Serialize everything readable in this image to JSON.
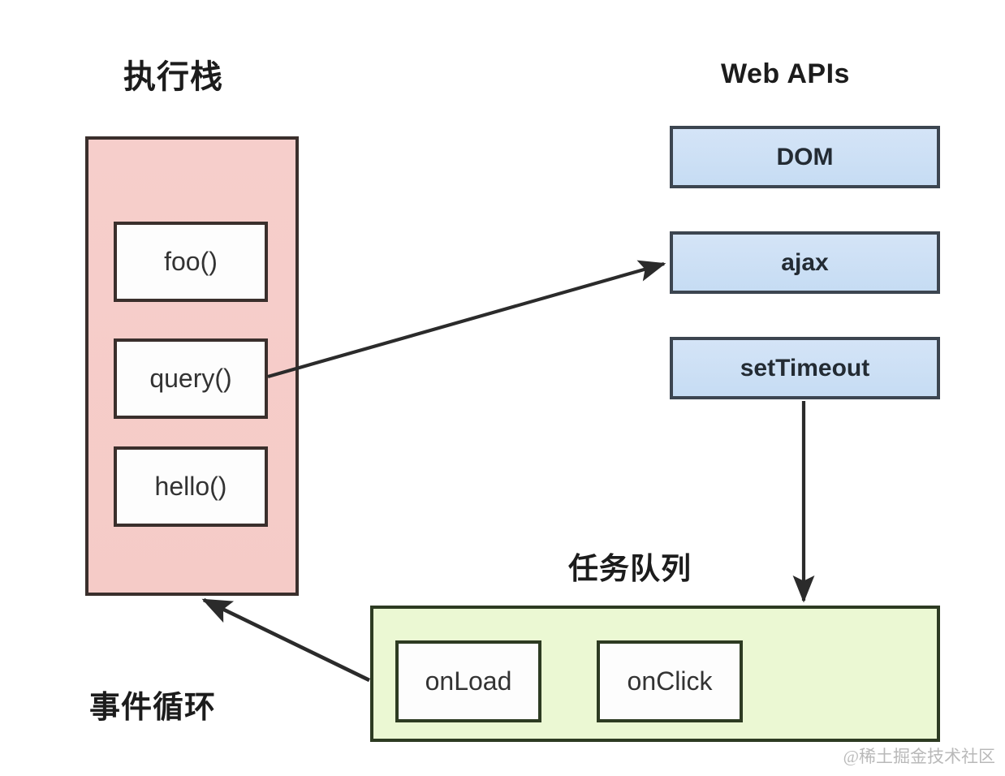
{
  "diagram": {
    "title_exec_stack": "执行栈",
    "title_web_apis": "Web APIs",
    "title_task_queue": "任务队列",
    "title_event_loop": "事件循环",
    "watermark": "@稀土掘金技术社区",
    "colors": {
      "stack_fill": "#F6CECB",
      "stack_border": "#3A2F2C",
      "api_fill": "#CEE0F5",
      "api_border": "#3C4550",
      "queue_fill": "#EBF8D3",
      "queue_border": "#2D3B22",
      "frame_fill": "#FDFDFD",
      "arrow": "#2B2B2B",
      "text": "#333333",
      "background": "#FFFFFF"
    },
    "exec_stack": {
      "frames": [
        {
          "label": "foo()"
        },
        {
          "label": "query()"
        },
        {
          "label": "hello()"
        }
      ]
    },
    "web_apis": {
      "items": [
        {
          "label": "DOM"
        },
        {
          "label": "ajax"
        },
        {
          "label": "setTimeout"
        }
      ]
    },
    "task_queue": {
      "tasks": [
        {
          "label": "onLoad"
        },
        {
          "label": "onClick"
        }
      ]
    },
    "arrows": [
      {
        "name": "query-to-ajax",
        "from": "query()",
        "to": "ajax"
      },
      {
        "name": "settimeout-to-task-queue",
        "from": "setTimeout",
        "to": "任务队列"
      },
      {
        "name": "task-queue-to-exec-stack",
        "from": "任务队列",
        "to": "执行栈"
      }
    ]
  }
}
